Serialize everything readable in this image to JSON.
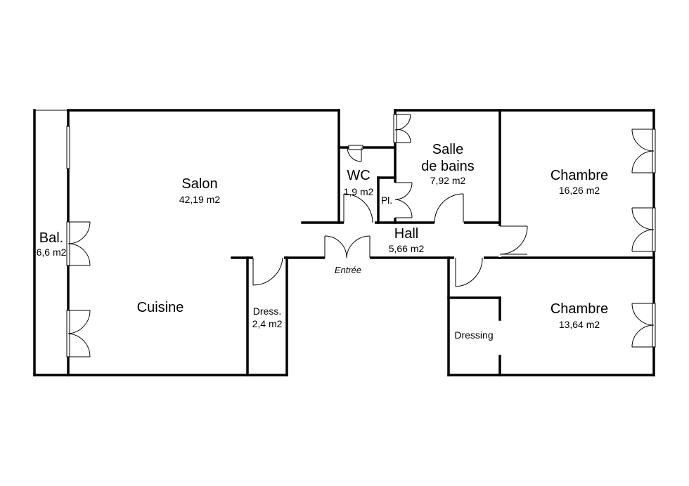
{
  "rooms": {
    "salon": {
      "name": "Salon",
      "area": "42,19 m2"
    },
    "cuisine": {
      "name": "Cuisine"
    },
    "balcon": {
      "name": "Bal.",
      "area": "6,6 m2"
    },
    "wc": {
      "name": "WC",
      "area": "1,9 m2"
    },
    "placard": {
      "name": "Pl."
    },
    "salle_de_bains": {
      "name_line1": "Salle",
      "name_line2": "de bains",
      "area": "7,92 m2"
    },
    "chambre1": {
      "name": "Chambre",
      "area": "16,26 m2"
    },
    "hall": {
      "name": "Hall",
      "area": "5,66 m2"
    },
    "dressing_small": {
      "name": "Dress.",
      "area": "2,4 m2"
    },
    "chambre2": {
      "name": "Chambre",
      "area": "13,64 m2"
    },
    "dressing": {
      "name": "Dressing"
    }
  },
  "entrance_label": "Entrée"
}
